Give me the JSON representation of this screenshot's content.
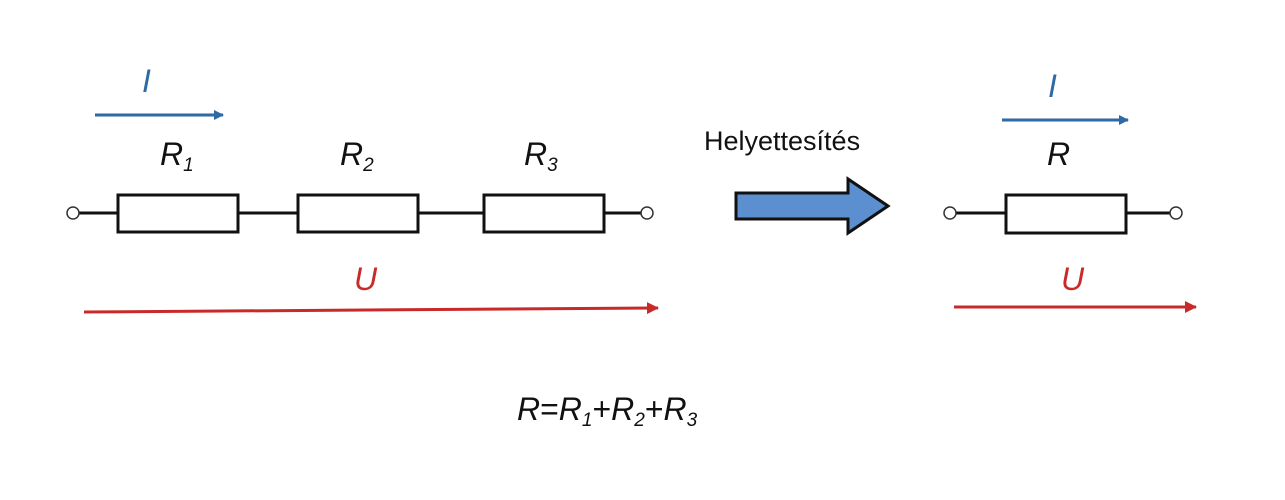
{
  "left_circuit": {
    "current_label": "I",
    "voltage_label": "U",
    "resistors": [
      {
        "letter": "R",
        "sub": "1"
      },
      {
        "letter": "R",
        "sub": "2"
      },
      {
        "letter": "R",
        "sub": "3"
      }
    ]
  },
  "transform": {
    "label": "Helyettesítés"
  },
  "right_circuit": {
    "current_label": "I",
    "voltage_label": "U",
    "resistor_label": "R"
  },
  "formula": {
    "lhs": "R",
    "eq": "=",
    "r": "R",
    "s1": "1",
    "s2": "2",
    "s3": "3",
    "plus": "+"
  },
  "colors": {
    "current": "#2e6aa6",
    "voltage": "#c82a2a",
    "arrow_fill": "#5b8fd0"
  }
}
